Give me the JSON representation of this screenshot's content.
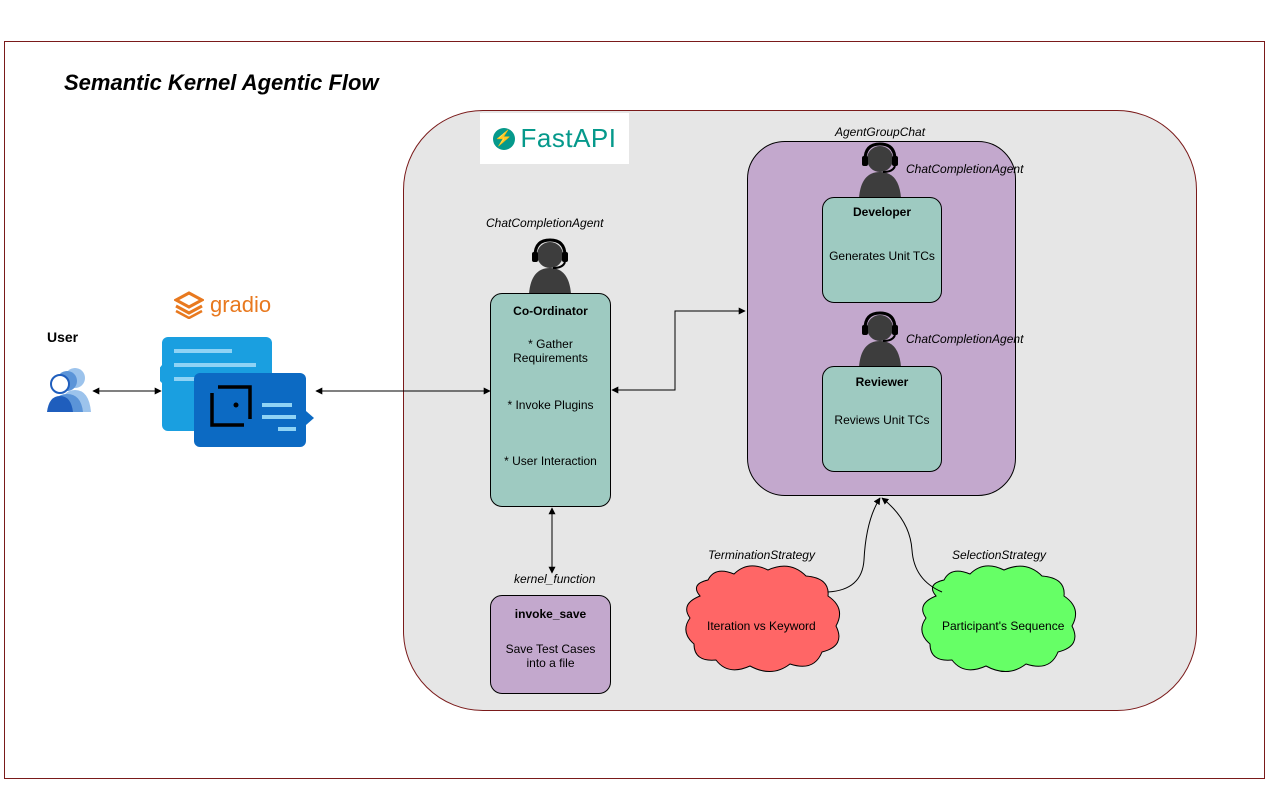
{
  "title": "Semantic Kernel Agentic Flow",
  "user": {
    "label": "User"
  },
  "gradio": {
    "logo_text": "gradio"
  },
  "fastapi": {
    "logo_text": "FastAPI"
  },
  "coordinator": {
    "agent_type": "ChatCompletionAgent",
    "name": "Co-Ordinator",
    "items": [
      "* Gather Requirements",
      "* Invoke Plugins",
      "* User Interaction"
    ]
  },
  "kernel_function": {
    "label": "kernel_function",
    "name": "invoke_save",
    "description": "Save Test Cases into a file"
  },
  "group_chat": {
    "label": "AgentGroupChat",
    "developer": {
      "agent_type": "ChatCompletionAgent",
      "name": "Developer",
      "description": "Generates Unit TCs"
    },
    "reviewer": {
      "agent_type": "ChatCompletionAgent",
      "name": "Reviewer",
      "description": "Reviews Unit TCs"
    }
  },
  "termination": {
    "label": "TerminationStrategy",
    "text": "Iteration vs Keyword",
    "color": "#ff6666"
  },
  "selection": {
    "label": "SelectionStrategy",
    "text": "Participant's Sequence",
    "color": "#66ff66"
  },
  "colors": {
    "teal": "#9ecac1",
    "lilac": "#c3a8cd",
    "server_bg": "#e6e6e6",
    "border_red": "#7a1a1a",
    "fastapi_green": "#05998b",
    "gradio_orange": "#e8791f"
  }
}
